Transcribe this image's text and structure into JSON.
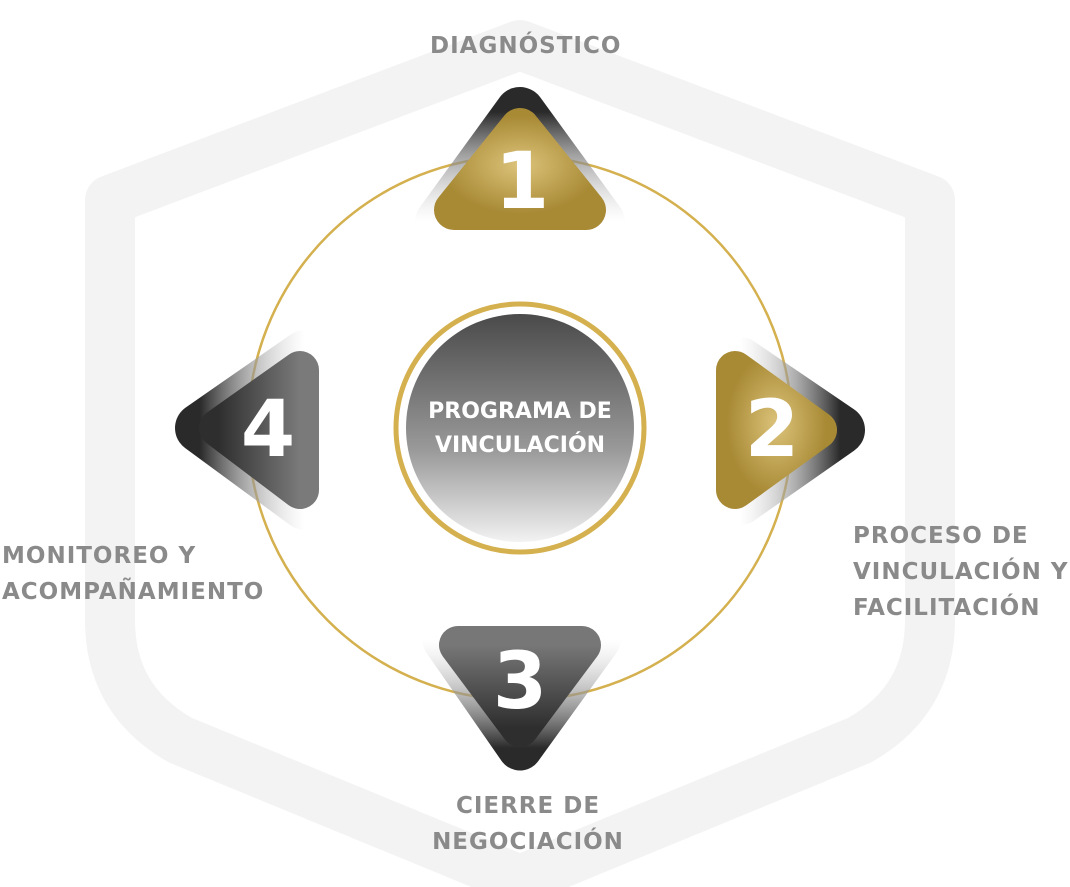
{
  "center": {
    "line1": "PROGRAMA DE",
    "line2": "VINCULACIÓN"
  },
  "steps": [
    {
      "number": "1",
      "label_lines": [
        "DIAGNÓSTICO"
      ],
      "color": "#c2a552"
    },
    {
      "number": "2",
      "label_lines": [
        "PROCESO DE",
        "VINCULACIÓN Y",
        "FACILITACIÓN"
      ],
      "color": "#c2a552"
    },
    {
      "number": "3",
      "label_lines": [
        "CIERRE DE",
        "NEGOCIACIÓN"
      ],
      "color": "#555555"
    },
    {
      "number": "4",
      "label_lines": [
        "MONITOREO Y",
        "ACOMPAÑAMIENTO"
      ],
      "color": "#444444"
    }
  ],
  "colors": {
    "gold": "#d4b04f",
    "label": "#8a8a8a"
  }
}
